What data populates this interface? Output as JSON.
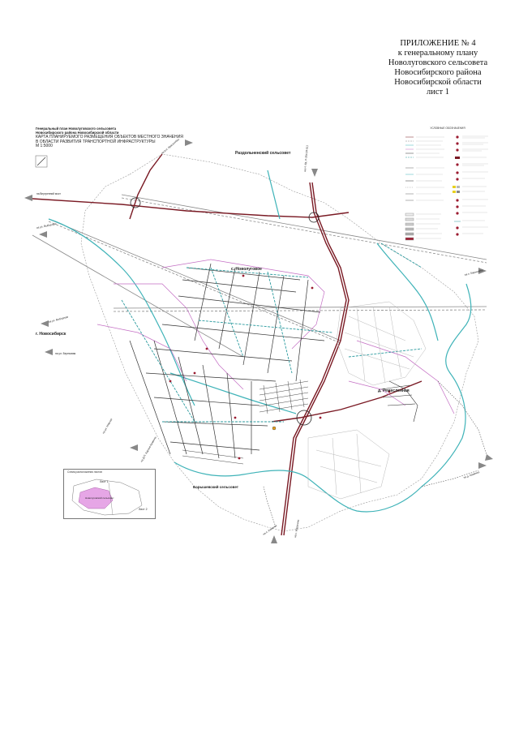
{
  "appendix": {
    "lines": [
      "ПРИЛОЖЕНИЕ № 4",
      "к генеральному плану",
      "Новолуговского сельсовета",
      "Новосибирского района",
      "Новосибирской области",
      "лист 1"
    ]
  },
  "map_title": {
    "line1": "Генеральный план Новолуговского сельсовета",
    "line2": "Новосибирского района Новосибирской области",
    "line3": "КАРТА ПЛАНИРУЕМОГО РАЗМЕЩЕНИЯ ОБЪЕКТОВ МЕСТНОГО ЗНАЧЕНИЯ",
    "line4": "В ОБЛАСТИ РАЗВИТИЯ ТРАНСПОРТНОЙ ИНФРАСТРУКТУРЫ",
    "scale": "М 1:5000"
  },
  "places": {
    "razdolnensky": "Раздольненский  сельсовет",
    "novolugovoe": "с. Новолуговое",
    "novosibirsk": "г. Новосибирск",
    "reshetnikovo": "д. Ремесленная",
    "barysh": "Барышевский сельсовет"
  },
  "road_labels": {
    "to_berdsk": "на р.п. Краснообск",
    "to_mochishche": "на Внутренний мост",
    "to_boyarka": "на ул. Выборную",
    "to_novosibirsk2": "на ул. Выборную",
    "to_berezovaya": "на ул. Березовая",
    "to_mira": "на ул. Мирная",
    "to_kamenka": "на Д.П. Карпов Каменка",
    "to_r254": "на Н.-Уд. Р-254 (М-51)",
    "to_barysh": "на п. Барышево",
    "to_ob": "на п. Каменск",
    "to_karpovo": "на д. Каменка",
    "to_south": "на с. Марусино"
  },
  "legend": {
    "title": "УСЛОВНЫЕ ОБОЗНАЧЕНИЯ"
  },
  "inset": {
    "title": "Схема расположения листов",
    "sheet1": "Лист 1",
    "sheet2": "Лист 2",
    "area": "Новолуговский сельсовет"
  },
  "colors": {
    "highway": "#7a1a24",
    "water": "#3fb3b8",
    "boundary": "#c46fc4",
    "street": "#333333",
    "railway": "#888888",
    "parcel": "#b8b8b8",
    "inset_fill": "#e6a6e6"
  }
}
